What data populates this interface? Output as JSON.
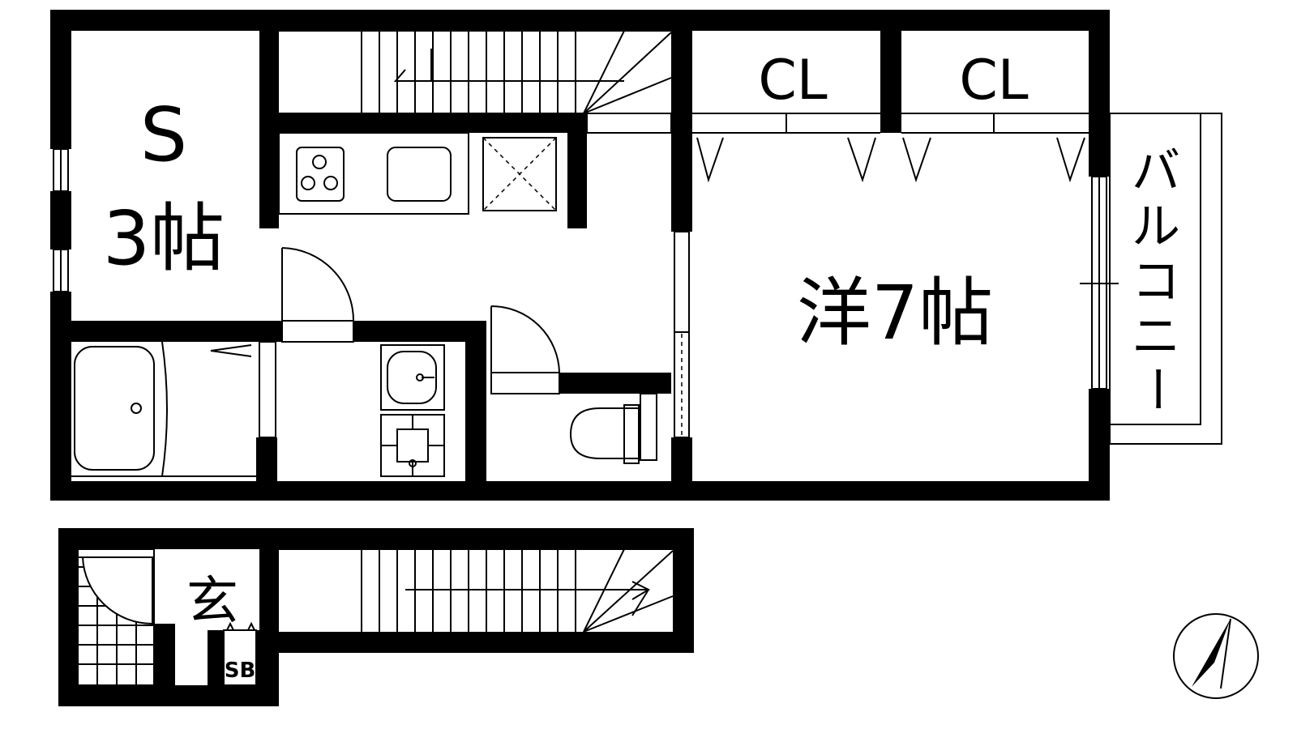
{
  "rooms": {
    "storage": {
      "letter": "S",
      "size": "3帖"
    },
    "western": {
      "label": "洋7帖"
    },
    "closet_left": "CL",
    "closet_right": "CL",
    "balcony": [
      "バ",
      "ル",
      "コ",
      "ニ",
      "ー"
    ],
    "entrance": "玄",
    "shoe_box": "SB"
  },
  "icons": {
    "compass": "north-arrow-icon",
    "stove": "three-burner-stove-icon",
    "sink": "kitchen-sink-icon",
    "fridge": "fridge-space-icon",
    "bathtub": "bathtub-icon",
    "washbasin": "washbasin-icon",
    "washer": "washer-pan-icon",
    "toilet": "toilet-icon"
  },
  "colors": {
    "wall": "#000000",
    "background": "#ffffff"
  }
}
